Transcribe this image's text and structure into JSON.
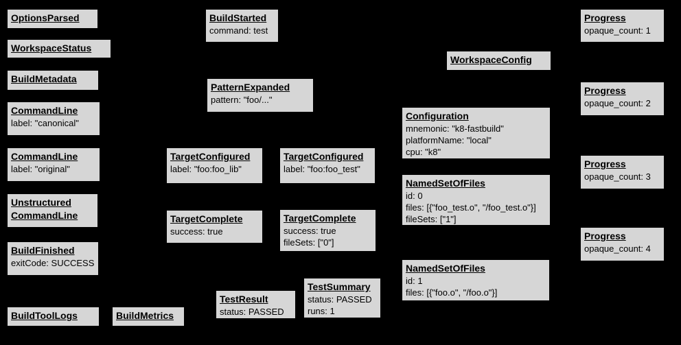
{
  "canvas": {
    "background_color": "#000000",
    "node_fill_color": "#d6d6d6",
    "node_border_color": "#000000",
    "text_color": "#000000"
  },
  "nodes": {
    "options_parsed": {
      "title": [
        "OptionsParsed"
      ],
      "body": []
    },
    "workspace_status": {
      "title": [
        "WorkspaceStatus"
      ],
      "body": []
    },
    "build_metadata": {
      "title": [
        "BuildMetadata"
      ],
      "body": []
    },
    "command_line_canonical": {
      "title": [
        "CommandLine"
      ],
      "body": [
        "label: \"canonical\""
      ]
    },
    "command_line_original": {
      "title": [
        "CommandLine"
      ],
      "body": [
        "label: \"original\""
      ]
    },
    "unstructured_command_line": {
      "title": [
        "Unstructured",
        "CommandLine"
      ],
      "body": []
    },
    "build_finished": {
      "title": [
        "BuildFinished"
      ],
      "body": [
        "exitCode: SUCCESS"
      ]
    },
    "build_tool_logs": {
      "title": [
        "BuildToolLogs"
      ],
      "body": []
    },
    "build_metrics": {
      "title": [
        "BuildMetrics"
      ],
      "body": []
    },
    "build_started": {
      "title": [
        "BuildStarted"
      ],
      "body": [
        "command: test"
      ]
    },
    "pattern_expanded": {
      "title": [
        "PatternExpanded"
      ],
      "body": [
        "pattern: \"foo/...\""
      ]
    },
    "target_configured_lib": {
      "title": [
        "TargetConfigured"
      ],
      "body": [
        "label: \"foo:foo_lib\""
      ]
    },
    "target_complete_lib": {
      "title": [
        "TargetComplete"
      ],
      "body": [
        "success: true"
      ]
    },
    "test_result": {
      "title": [
        "TestResult"
      ],
      "body": [
        "status: PASSED"
      ]
    },
    "target_configured_test": {
      "title": [
        "TargetConfigured"
      ],
      "body": [
        "label: \"foo:foo_test\""
      ]
    },
    "target_complete_test": {
      "title": [
        "TargetComplete"
      ],
      "body": [
        "success: true",
        "fileSets: [\"0\"]"
      ]
    },
    "test_summary": {
      "title": [
        "TestSummary"
      ],
      "body": [
        "status: PASSED",
        "runs: 1"
      ]
    },
    "workspace_config": {
      "title": [
        "WorkspaceConfig"
      ],
      "body": []
    },
    "configuration": {
      "title": [
        "Configuration"
      ],
      "body": [
        "mnemonic: \"k8-fastbuild\"",
        "platformName: \"local\"",
        "cpu: \"k8\""
      ]
    },
    "named_set_of_files_0": {
      "title": [
        "NamedSetOfFiles"
      ],
      "body": [
        "id: 0",
        "files: [{\"foo_test.o\", \"/foo_test.o\"}]",
        "fileSets: [\"1\"]"
      ]
    },
    "named_set_of_files_1": {
      "title": [
        "NamedSetOfFiles"
      ],
      "body": [
        "id: 1",
        "files: [{\"foo.o\", \"/foo.o\"}]"
      ]
    },
    "progress_1": {
      "title": [
        "Progress"
      ],
      "body": [
        "opaque_count: 1"
      ]
    },
    "progress_2": {
      "title": [
        "Progress"
      ],
      "body": [
        "opaque_count: 2"
      ]
    },
    "progress_3": {
      "title": [
        "Progress"
      ],
      "body": [
        "opaque_count: 3"
      ]
    },
    "progress_4": {
      "title": [
        "Progress"
      ],
      "body": [
        "opaque_count: 4"
      ]
    }
  }
}
